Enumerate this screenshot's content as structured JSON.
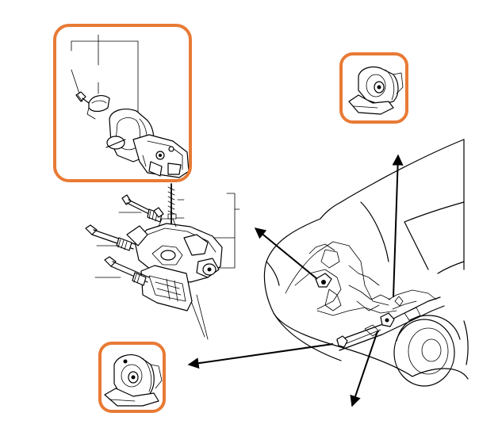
{
  "colors": {
    "highlight": "#e87a35",
    "ink": "#000000",
    "background": "#ffffff"
  },
  "highlights": [
    {
      "name": "rear-mount-detail"
    },
    {
      "name": "right-mount-detail"
    },
    {
      "name": "front-mount-detail"
    }
  ],
  "icons": {
    "pointer": "arrow-icon"
  }
}
